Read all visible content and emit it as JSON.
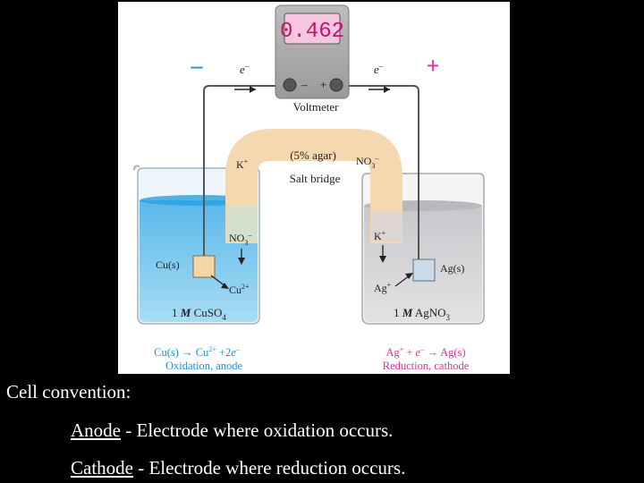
{
  "diagram": {
    "voltmeter": {
      "reading": "0.462",
      "label": "Voltmeter",
      "minus_terminal": "–",
      "plus_terminal": "+"
    },
    "left_sign": "–",
    "right_sign": "+",
    "electron_symbol": "e",
    "electron_sup": "–",
    "salt_bridge": {
      "agar": "(5% agar)",
      "label": "Salt bridge",
      "cation": "K",
      "cation_sup": "+",
      "anion": "NO",
      "anion_sub": "3",
      "anion_sup": "–"
    },
    "left_cell": {
      "electrode": "Cu(s)",
      "ion": "Cu",
      "ion_sup": "2+",
      "bridge_ion": "NO",
      "bridge_ion_sub": "3",
      "bridge_ion_sup": "–",
      "solution_conc": "1",
      "solution_unit": "M",
      "solution_formula": "CuSO",
      "solution_sub": "4",
      "half_reaction_left": "Cu(s) → Cu",
      "half_reaction_sup": "2+",
      "half_reaction_mid": " +2",
      "half_reaction_e": "e",
      "half_reaction_e_sup": "–",
      "process": "Oxidation, anode",
      "color": "#1e90d8"
    },
    "right_cell": {
      "electrode": "Ag(s)",
      "ion": "Ag",
      "ion_sup": "+",
      "bridge_ion": "K",
      "bridge_ion_sup": "+",
      "solution_conc": "1",
      "solution_unit": "M",
      "solution_formula": "AgNO",
      "solution_sub": "3",
      "half_reaction_a": "Ag",
      "half_reaction_a_sup": "+",
      "half_reaction_b": " + ",
      "half_reaction_e": "e",
      "half_reaction_e_sup": "–",
      "half_reaction_c": " → Ag(s)",
      "process": "Reduction, cathode",
      "color": "#e0309a"
    }
  },
  "captions": {
    "heading": "Cell convention:",
    "anode_term": "Anode",
    "anode_def": " - Electrode where oxidation occurs.",
    "cathode_term": "Cathode",
    "cathode_def": " - Electrode where reduction occurs."
  }
}
